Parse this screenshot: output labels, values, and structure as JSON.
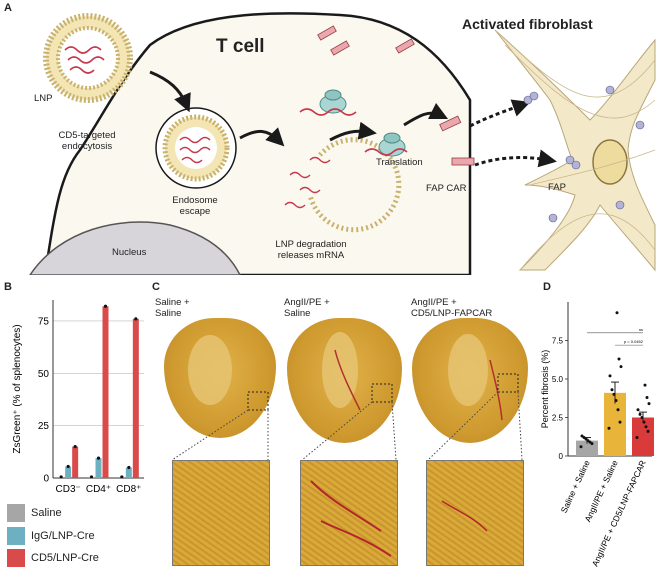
{
  "panels": {
    "a": "A",
    "b": "B",
    "c": "C",
    "d": "D"
  },
  "panel_a": {
    "t_cell": "T cell",
    "activated_fibroblast": "Activated fibroblast",
    "lnp": "LNP",
    "cd5_line1": "CD5-targeted",
    "cd5_line2": "endocytosis",
    "endosome_line1": "Endosome",
    "endosome_line2": "escape",
    "lnp_deg_line1": "LNP degradation",
    "lnp_deg_line2": "releases mRNA",
    "translation": "Translation",
    "fap_car": "FAP CAR",
    "fap": "FAP",
    "nucleus": "Nucleus"
  },
  "panel_c": {
    "col1_line1": "Saline +",
    "col1_line2": "Saline",
    "col2_line1": "AngII/PE +",
    "col2_line2": "Saline",
    "col3_line1": "AngII/PE +",
    "col3_line2": "CD5/LNP-FAPCAR"
  },
  "chart_data": [
    {
      "type": "bar",
      "panel": "B",
      "ylabel": "ZsGreen⁺ (% of splenocytes)",
      "ylim": [
        0,
        85
      ],
      "yticks": [
        "0",
        "25",
        "50",
        "75"
      ],
      "categories": [
        "CD3⁻",
        "CD4⁺",
        "CD8⁺"
      ],
      "series": [
        {
          "name": "Saline",
          "color": "#a6a6a6",
          "values": [
            0.5,
            0.5,
            0.5
          ]
        },
        {
          "name": "IgG/LNP-Cre",
          "color": "#6cb0c2",
          "values": [
            5.5,
            9.5,
            5.0
          ]
        },
        {
          "name": "CD5/LNP-Cre",
          "color": "#d94a4a",
          "values": [
            15,
            82,
            76
          ]
        }
      ],
      "grid": true
    },
    {
      "type": "bar",
      "panel": "D",
      "ylabel": "Percent fibrosis (%)",
      "ylim": [
        0,
        10
      ],
      "yticks": [
        "0",
        "2.5",
        "5.0",
        "7.5"
      ],
      "categories": [
        "Saline + Saline",
        "AngII/PE + Saline",
        "AngII/PE + CD5/LNP-FAPCAR"
      ],
      "series": [
        {
          "values": [
            1.0,
            4.1,
            2.5
          ],
          "errors": [
            0.2,
            0.7,
            0.35
          ],
          "colors": [
            "#a6a6a6",
            "#e8b43a",
            "#d93a3a"
          ]
        }
      ],
      "points": [
        [
          0.6,
          0.8,
          0.9,
          1.0,
          1.1,
          1.2,
          1.3
        ],
        [
          1.8,
          2.2,
          3.0,
          3.6,
          4.0,
          4.3,
          5.2,
          5.8,
          6.3,
          9.3
        ],
        [
          1.2,
          1.6,
          1.9,
          2.2,
          2.5,
          2.7,
          3.0,
          3.4,
          3.8,
          4.6
        ]
      ],
      "annotations": [
        "ns",
        "p = 0.0452"
      ]
    }
  ]
}
